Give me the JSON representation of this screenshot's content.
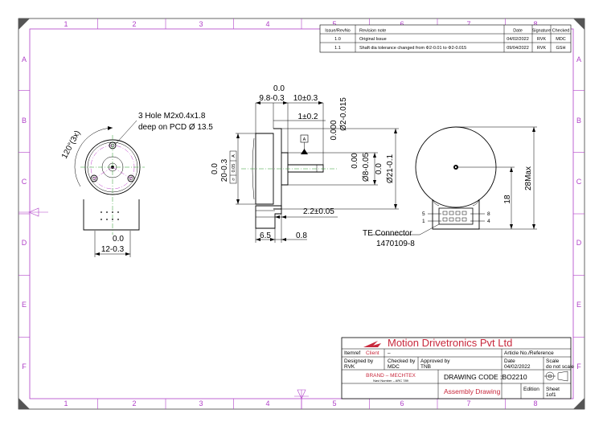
{
  "grid": {
    "columns": [
      "1",
      "2",
      "3",
      "4",
      "5",
      "6",
      "7",
      "8"
    ],
    "rows": [
      "A",
      "B",
      "C",
      "D",
      "E",
      "F"
    ]
  },
  "revision_table": {
    "headers": [
      "Issue/RevNo",
      "Revision note",
      "Date",
      "Signature",
      "Checked"
    ],
    "rows": [
      {
        "rev": "1.0",
        "note": "Original Issue",
        "date": "04/02/2022",
        "sig": "RVK",
        "checked": "MDC"
      },
      {
        "rev": "1.1",
        "note": "Shaft dia tolerance changed from Φ2-0.01 to Φ2-0.015",
        "date": "09/04/2022",
        "sig": "RVK",
        "checked": "GSH"
      }
    ]
  },
  "front_view": {
    "hole_note_line1": "3 Hole M2x0.4x1.8",
    "hole_note_line2": "deep on PCD Ø 13.5",
    "angle_label": "120°(3x)",
    "width_dim_upper": "0.0",
    "width_dim_lower": "12-0.3"
  },
  "side_view": {
    "top_dim_upper": "0.0",
    "top_dim_lower": "9.8-0.3",
    "dim_10": "10±0.3",
    "dim_1": "1±0.2",
    "shaft_tol_upper": "0.000",
    "shaft_tol_lower": "Ø2-0.015",
    "height_upper": "0.0",
    "height_lower": "20-0.3",
    "gdt_symbol": "⌭",
    "gdt_value": "0.05",
    "gdt_ref": "A",
    "datum": "A",
    "boss_upper": "0.00",
    "boss_lower": "Ø8-0.05",
    "body_upper": "0.0",
    "body_lower": "Ø21-0.1",
    "dim_22": "2.2±0.05",
    "dim_65": "6.5",
    "dim_08": "0.8"
  },
  "rear_view": {
    "dim_18": "18",
    "dim_28": "28Max",
    "pin_5": "5",
    "pin_1": "1",
    "pin_8": "8",
    "pin_4": "4",
    "connector_line1": "TE Connector",
    "connector_line2": "1470109-8"
  },
  "title_block": {
    "company": "Motion Drivetronics Pvt Ltd",
    "item_ref_label": "Itemref",
    "client_label": "Client",
    "client_value": "–",
    "article_label": "Article No./Reference",
    "designed_by_label": "Designed by",
    "designed_by": "RVK",
    "checked_by_label": "Checked by",
    "checked_by": "MDC",
    "approved_by_label": "Approved by",
    "approved_by": "TNB",
    "date_label": "Date",
    "date": "04/02/2022",
    "scale_label": "Scale",
    "scale_value": "do not scale",
    "brand": "BRAND – MECHTEX",
    "part_number": "Navi Number – ARC 789",
    "drawing_code": "DRAWING CODE :BO2210",
    "drawing_type": "Assembly Drawing",
    "edition_label": "Edition",
    "sheet_label": "Sheet",
    "sheet_value": "1of1"
  },
  "colors": {
    "frame": "#b040c8",
    "accent_red": "#c8283c",
    "centerline": "#2c9a2c"
  }
}
